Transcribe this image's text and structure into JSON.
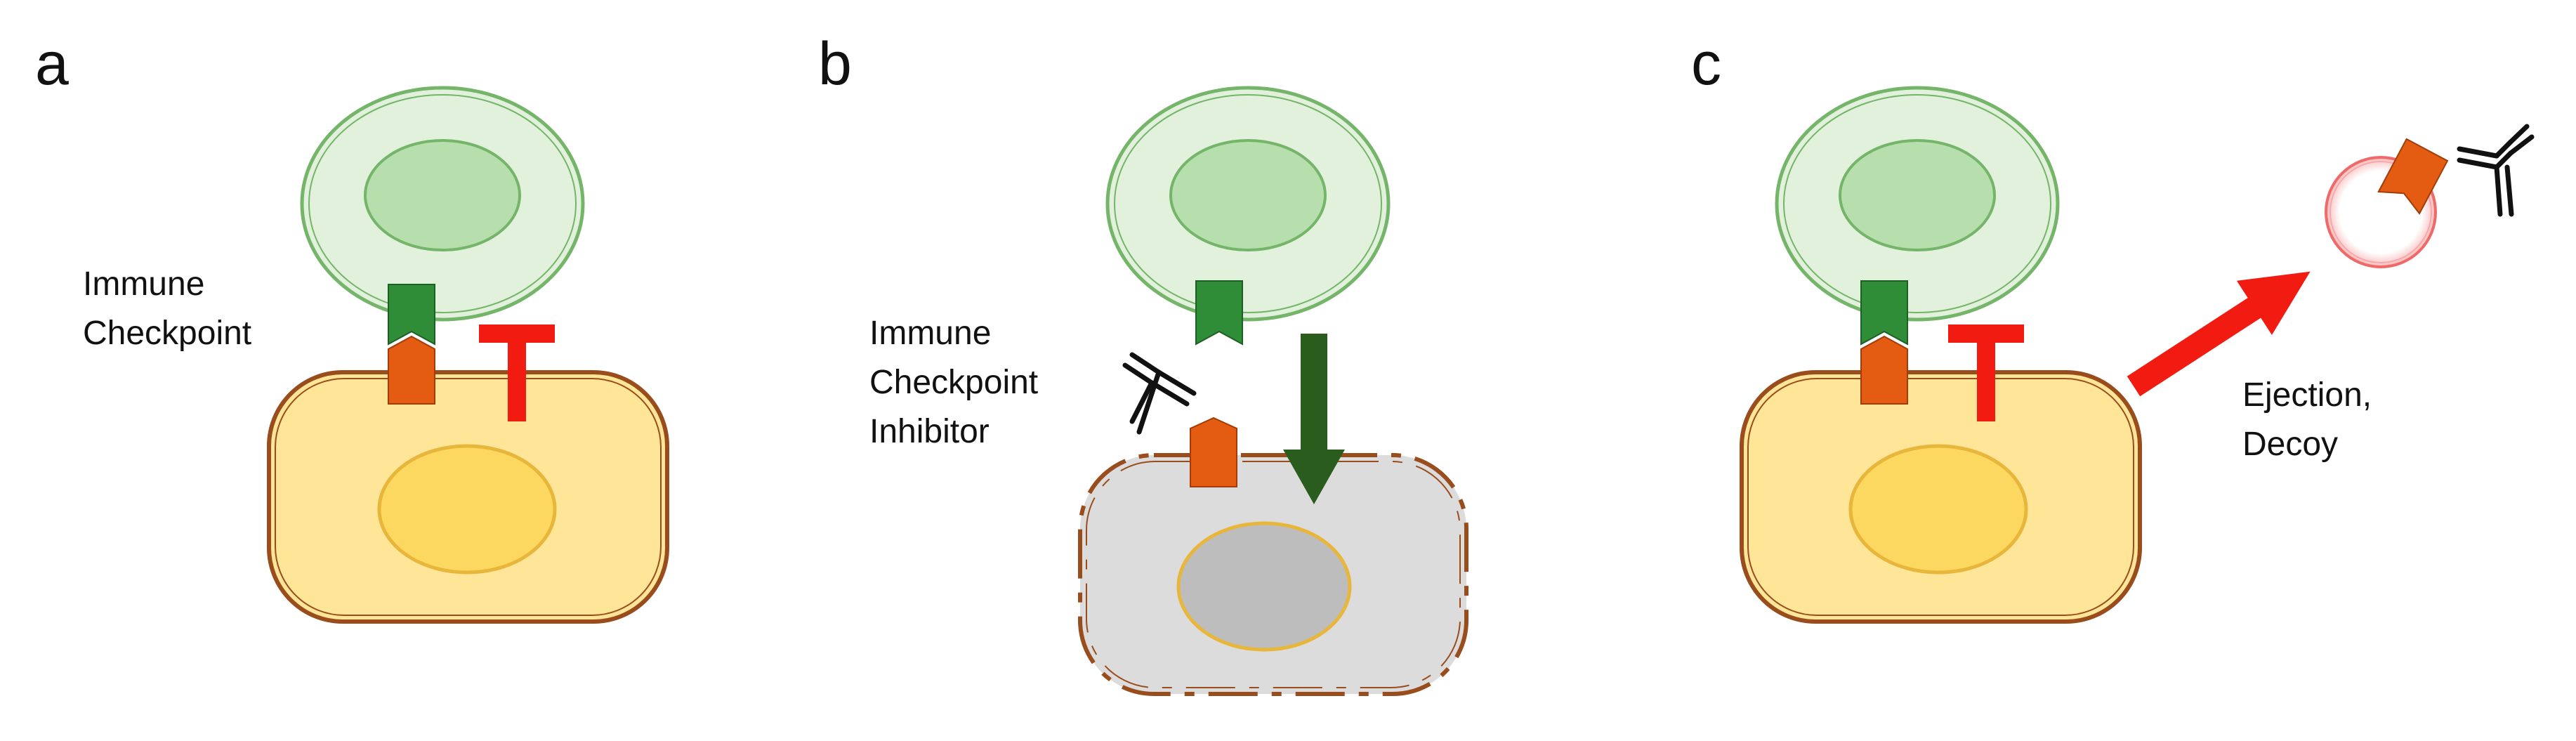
{
  "panels": [
    {
      "letter": "a",
      "caption_lines": [
        "Immune",
        "Checkpoint"
      ]
    },
    {
      "letter": "b",
      "caption_lines": [
        "Immune",
        "Checkpoint",
        "Inhibitor"
      ]
    },
    {
      "letter": "c",
      "caption_lines": [
        "Ejection,",
        "Decoy"
      ]
    }
  ],
  "colors": {
    "immune_cell_fill": "#e2f1dc",
    "immune_cell_outline": "#74b56a",
    "immune_nucleus_fill": "#b6dfad",
    "tumor_cell_fill": "#fee597",
    "tumor_cell_outline": "#9a4d1c",
    "tumor_nucleus_fill": "#fdd860",
    "tumor_nucleus_outline": "#e8b63b",
    "dead_cell_fill": "#dcdcdc",
    "dead_nucleus_fill": "#bdbdbd",
    "receptor_green": "#2f8d37",
    "ligand_orange": "#e35c11",
    "inhibition_red": "#f21b12",
    "kill_arrow_green": "#2a5c1e",
    "ejection_arrow_red": "#f21b12",
    "antibody_black": "#111111",
    "vesicle_outline": "#ee6a6a"
  }
}
